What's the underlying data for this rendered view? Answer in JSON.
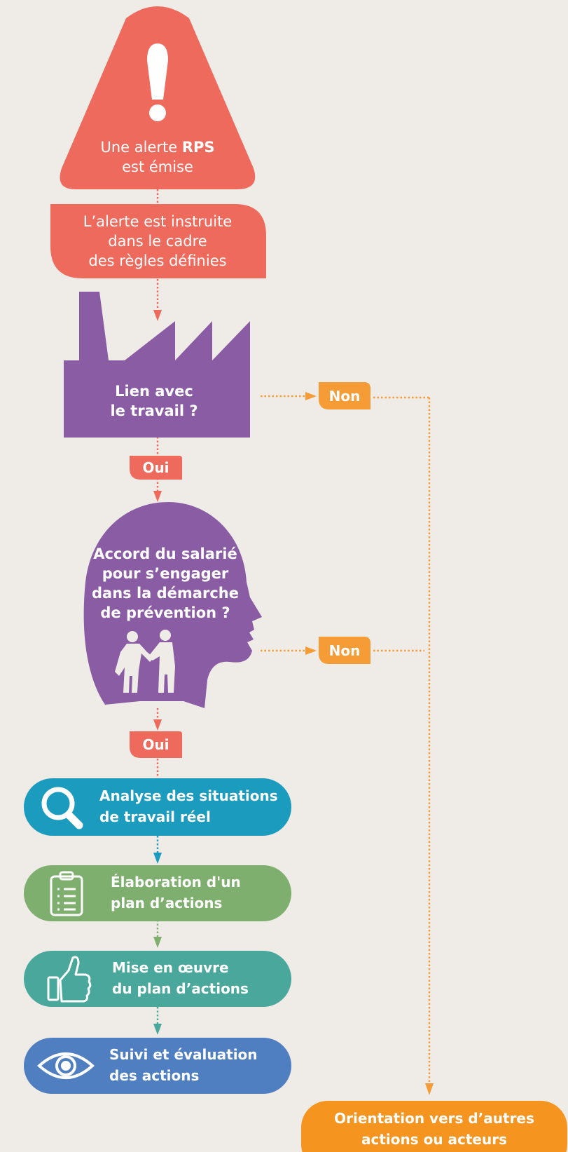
{
  "colors": {
    "background": "#efebe7",
    "alert": "#ee6a5c",
    "factory": "#8a5ca4",
    "head": "#8a5ca4",
    "no_badge": "#f59c36",
    "yes_badge": "#ee6a5c",
    "step_analysis": "#1b9bbe",
    "step_plan": "#7faf6f",
    "step_implementation": "#49a89b",
    "step_followup": "#4f7fc0",
    "orientation": "#f5941f"
  },
  "alert": {
    "icon": "exclamation-icon",
    "text_prefix": "Une alerte ",
    "text_bold": "RPS",
    "text_line2": "est émise"
  },
  "instruction": {
    "line1": "L’alerte est instruite",
    "line2": "dans le cadre",
    "line3": "des règles définies"
  },
  "work_link": {
    "icon": "factory-icon",
    "line1": "Lien avec",
    "line2": "le travail ?"
  },
  "badges": {
    "non": "Non",
    "oui": "Oui"
  },
  "consent": {
    "icon": "head-profile-icon",
    "line1": "Accord du salarié",
    "line2": "pour s’engager",
    "line3": "dans la démarche",
    "line4": "de prévention ?"
  },
  "steps": [
    {
      "icon": "magnifier-icon",
      "line1": "Analyse des situations",
      "line2": "de travail réel"
    },
    {
      "icon": "clipboard-icon",
      "line1": "Élaboration d'un",
      "line2": "plan d’actions"
    },
    {
      "icon": "thumbs-up-icon",
      "line1": "Mise en œuvre",
      "line2": "du plan d’actions"
    },
    {
      "icon": "eye-icon",
      "line1": "Suivi et évaluation",
      "line2": "des actions"
    }
  ],
  "orientation": {
    "line1": "Orientation vers d’autres",
    "line2": "actions ou acteurs"
  }
}
